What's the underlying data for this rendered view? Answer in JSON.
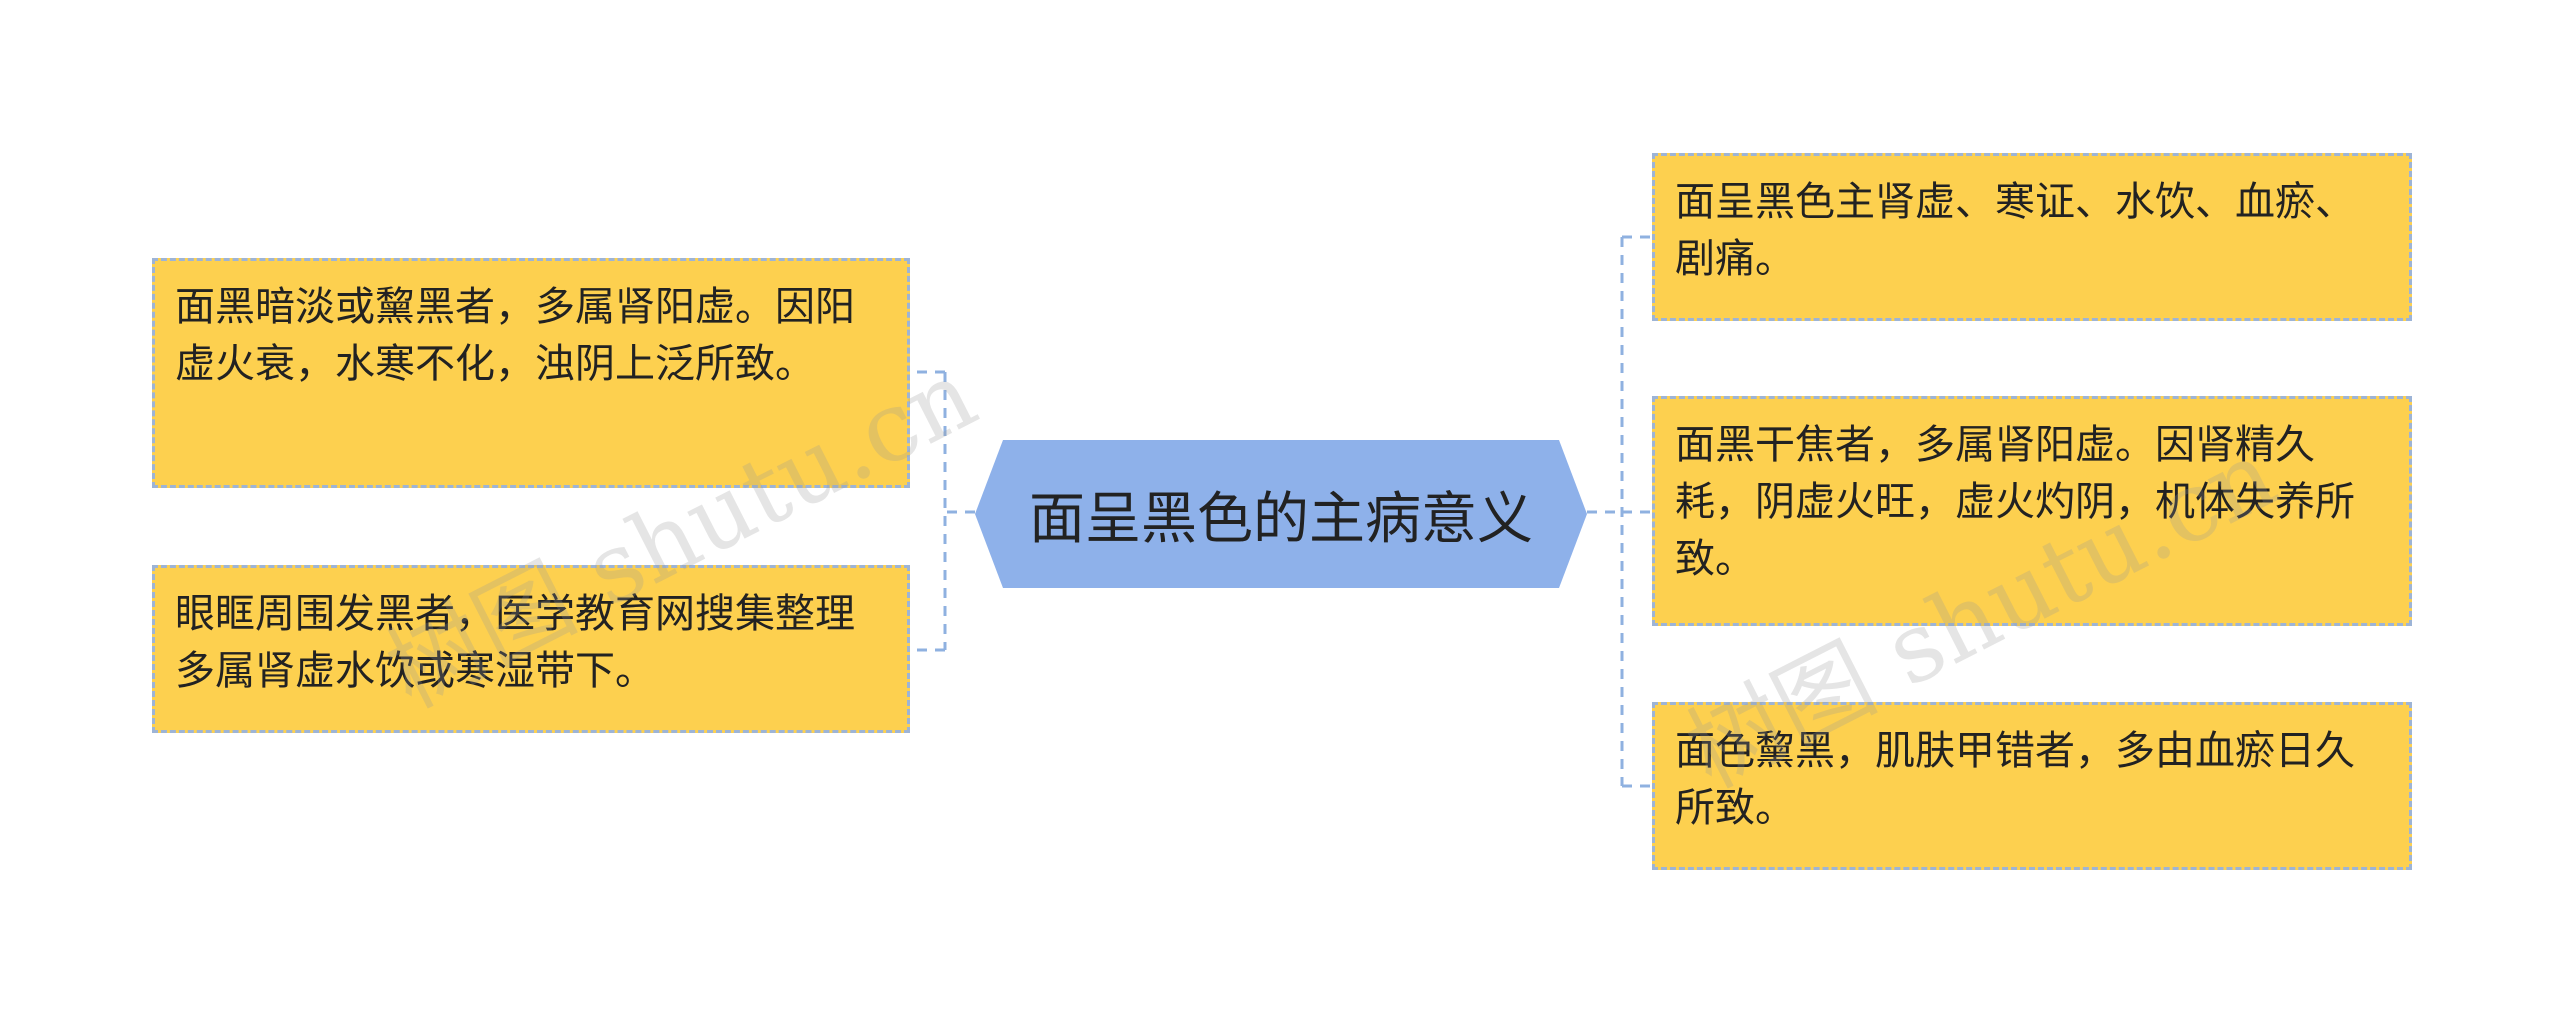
{
  "root": {
    "label": "面呈黑色的主病意义"
  },
  "left_nodes": [
    {
      "text": "面黑暗淡或黧黑者，多属肾阳虚。因阳虚火衰，水寒不化，浊阴上泛所致。"
    },
    {
      "text": "眼眶周围发黑者，医学教育网搜集整理多属肾虚水饮或寒湿带下。"
    }
  ],
  "right_nodes": [
    {
      "text": "面呈黑色主肾虚、寒证、水饮、血瘀、剧痛。"
    },
    {
      "text": "面黑干焦者，多属肾阳虚。因肾精久耗，阴虚火旺，虚火灼阴，机体失养所致。"
    },
    {
      "text": "面色黧黑，肌肤甲错者，多由血瘀日久所致。"
    }
  ],
  "watermarks": [
    {
      "text": "树图 shutu.cn"
    },
    {
      "text": "树图 shutu.cn"
    }
  ],
  "colors": {
    "root_fill": "#8eb1ea",
    "node_fill": "#fdd04f",
    "connector": "#8fb1e0"
  }
}
